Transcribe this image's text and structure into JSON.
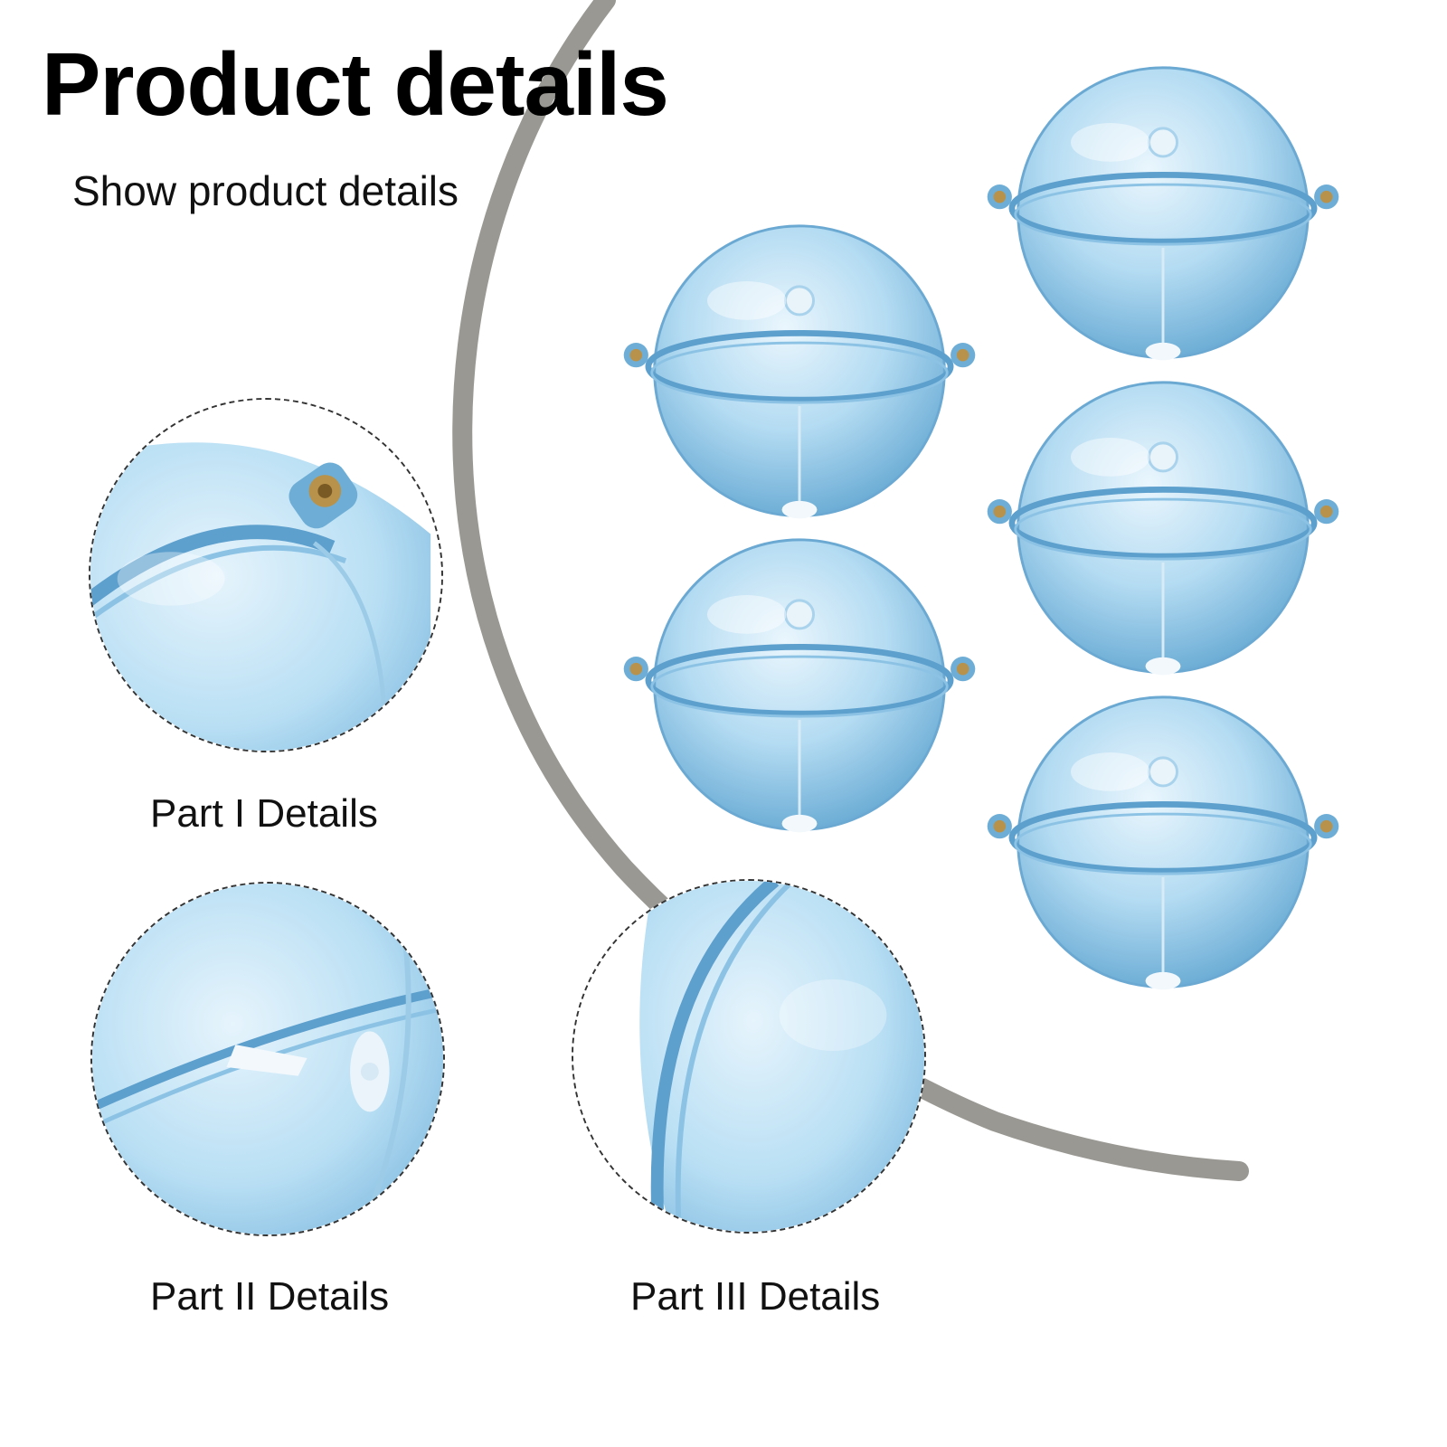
{
  "header": {
    "title": "Product details",
    "subtitle": "Show product details"
  },
  "details": [
    {
      "label": "Part I Details"
    },
    {
      "label": "Part II Details"
    },
    {
      "label": "Part III Details"
    }
  ],
  "product": {
    "name": "fishing-float-ball",
    "count_shown": 5,
    "color": "#8fc4e6",
    "eyelet_color": "#b8924a"
  },
  "colors": {
    "arc": "#9a9892",
    "text": "#111111",
    "background": "#ffffff"
  }
}
